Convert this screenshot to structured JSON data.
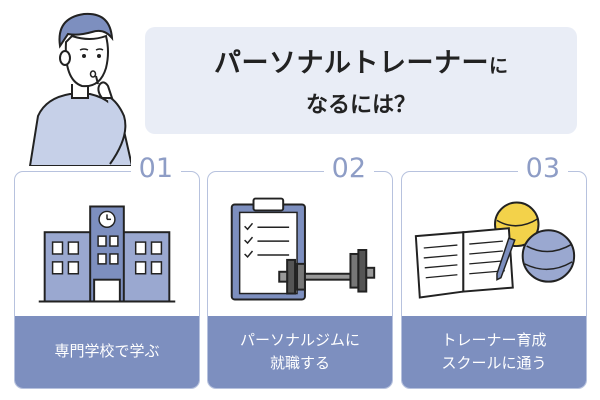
{
  "title": {
    "line1_main": "パーソナルトレーナー",
    "line1_suffix": "に",
    "line2": "なるには？"
  },
  "cards": [
    {
      "number": "01",
      "icon": "school-building-icon",
      "label_lines": [
        "専門学校で学ぶ"
      ]
    },
    {
      "number": "02",
      "icon": "clipboard-dumbbell-icon",
      "label_lines": [
        "パーソナルジムに",
        "就職する"
      ]
    },
    {
      "number": "03",
      "icon": "notebook-fitness-ball-icon",
      "label_lines": [
        "トレーナー育成",
        "スクールに通う"
      ]
    }
  ],
  "colors": {
    "accent": "#7d8fbf",
    "accent_light": "#e9edf6",
    "border": "#b7c2de",
    "number": "#8e9dc6",
    "ball_yellow": "#f3d24a"
  }
}
